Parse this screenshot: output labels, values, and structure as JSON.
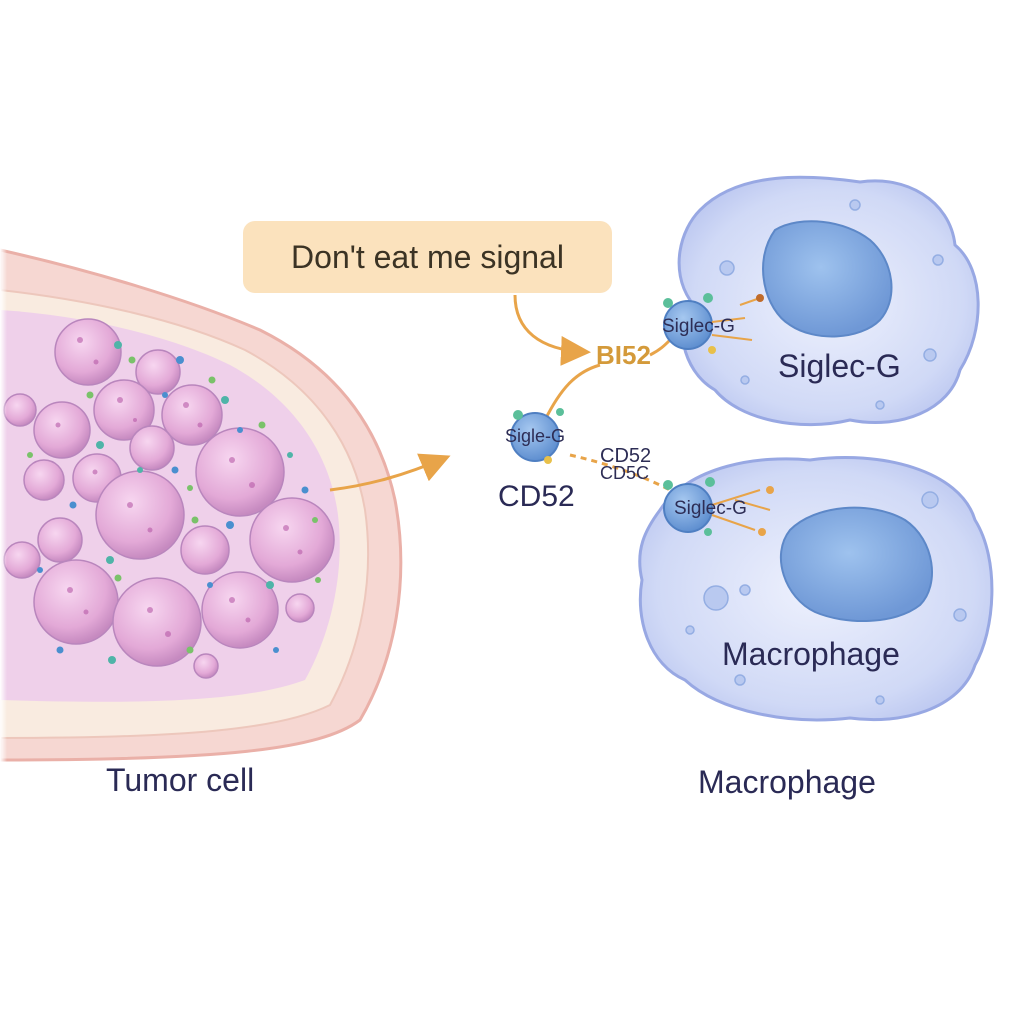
{
  "callout": {
    "text": "Don't eat me signal"
  },
  "labels": {
    "tumor_cell": "Tumor cell",
    "macrophage_bottom": "Macrophage",
    "macrophage_inner": "Macrophage",
    "siglec_top_large": "Siglec-G",
    "cd52_center": "CD52",
    "bi52": "BI52",
    "cd52_overlap_top": "CD52",
    "cd52_overlap_bottom": "CD5C"
  },
  "receptors": {
    "center": "Sigle-G",
    "top": "Siglec-G",
    "bottom": "Siglec-G"
  },
  "colors": {
    "tumor_pink": "#e7b3dc",
    "macrophage_blue": "#c9d3f5",
    "nucleus_blue": "#7fa9e0",
    "arrow_orange": "#e8a449",
    "callout_bg": "#fbe2bd"
  }
}
